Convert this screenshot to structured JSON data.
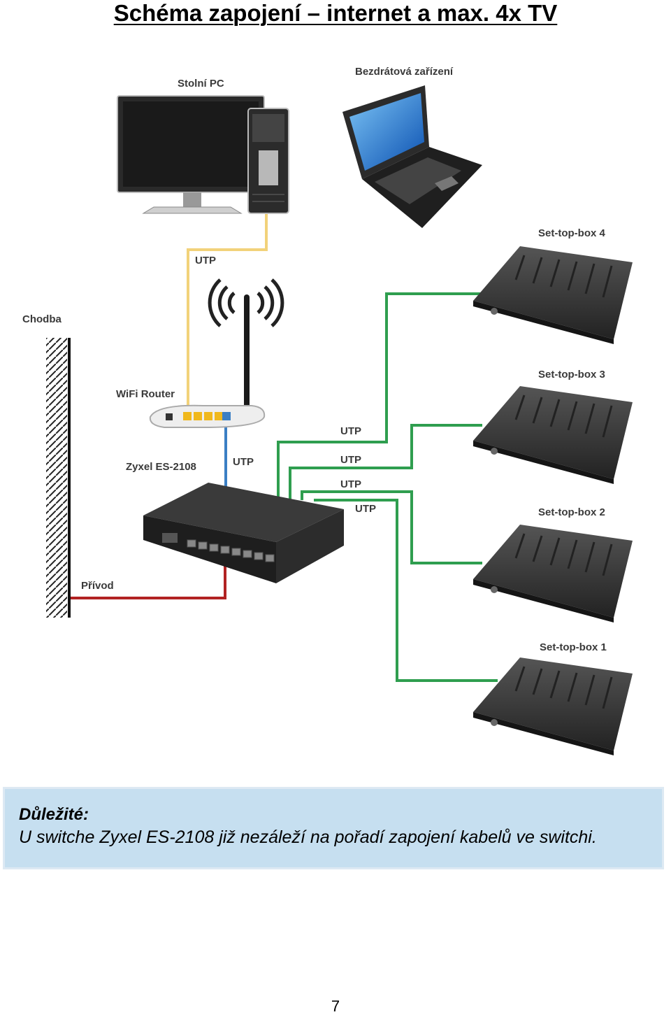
{
  "title": "Schéma zapojení – internet a max. 4x TV",
  "labels": {
    "desktop": "Stolní PC",
    "wireless": "Bezdrátová zařízení",
    "corridor": "Chodba",
    "router": "WiFi Router",
    "switch": "Zyxel ES-2108",
    "supply": "Přívod",
    "utp": "UTP",
    "stb4": "Set-top-box 4",
    "stb3": "Set-top-box 3",
    "stb2": "Set-top-box 2",
    "stb1": "Set-top-box 1"
  },
  "colors": {
    "utp_pc": "#f2d27a",
    "utp_router": "#3b7fc4",
    "utp_stb": "#2f9e4f",
    "supply_cable": "#b22222",
    "note_background": "#c6dff0",
    "device_dark": "#2e2e2e"
  },
  "note": {
    "heading": "Důležité:",
    "text": "U switche Zyxel ES-2108 již nezáleží na pořadí zapojení kabelů ve switchi."
  },
  "page_number": "7"
}
